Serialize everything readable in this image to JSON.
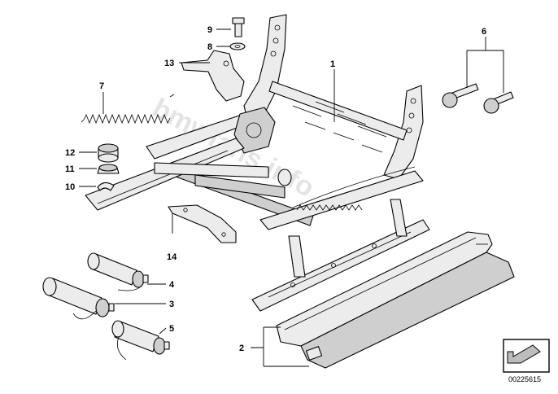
{
  "diagram": {
    "watermark": "bmwfans.info",
    "callouts": [
      "1",
      "2",
      "3",
      "4",
      "5",
      "6",
      "7",
      "8",
      "9",
      "10",
      "11",
      "12",
      "13",
      "14"
    ],
    "document_id": "00225615"
  }
}
